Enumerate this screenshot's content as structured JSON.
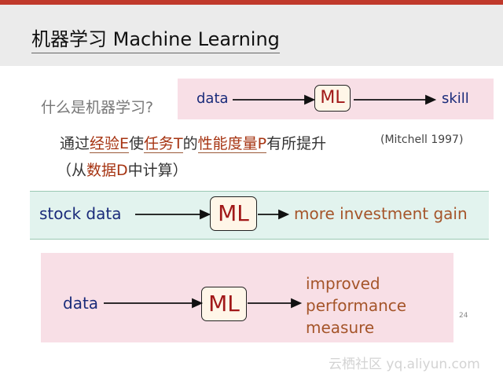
{
  "header": {
    "title": "机器学习 Machine Learning"
  },
  "intro": {
    "question": "什么是机器学习?",
    "definition": {
      "p1": "通过",
      "k1": "经验E",
      "p2": "使",
      "k2": "任务T",
      "p3": "的",
      "k3": "性能度量P",
      "p4": "有所提升"
    },
    "citation": "(Mitchell 1997)",
    "compute": {
      "p1": "（从",
      "k1": "数据D",
      "p2": "中计算）"
    }
  },
  "diagram1": {
    "input": "data",
    "model": "ML",
    "output": "skill"
  },
  "diagram2": {
    "input": "stock data",
    "model": "ML",
    "output": "more investment gain"
  },
  "diagram3": {
    "input": "data",
    "model": "ML",
    "output_lines": [
      "improved",
      "performance",
      "measure"
    ]
  },
  "footer": {
    "page_number": "24",
    "watermark": "云栖社区 yq.aliyun.com"
  },
  "colors": {
    "accent_bar": "#c0392b",
    "pink_box": "#f8dfe6",
    "green_box": "#e2f3ee",
    "ml_text": "#a11818",
    "label_blue": "#1a2b7a",
    "gain_orange": "#a5552a",
    "keyword_red": "#a63412"
  }
}
